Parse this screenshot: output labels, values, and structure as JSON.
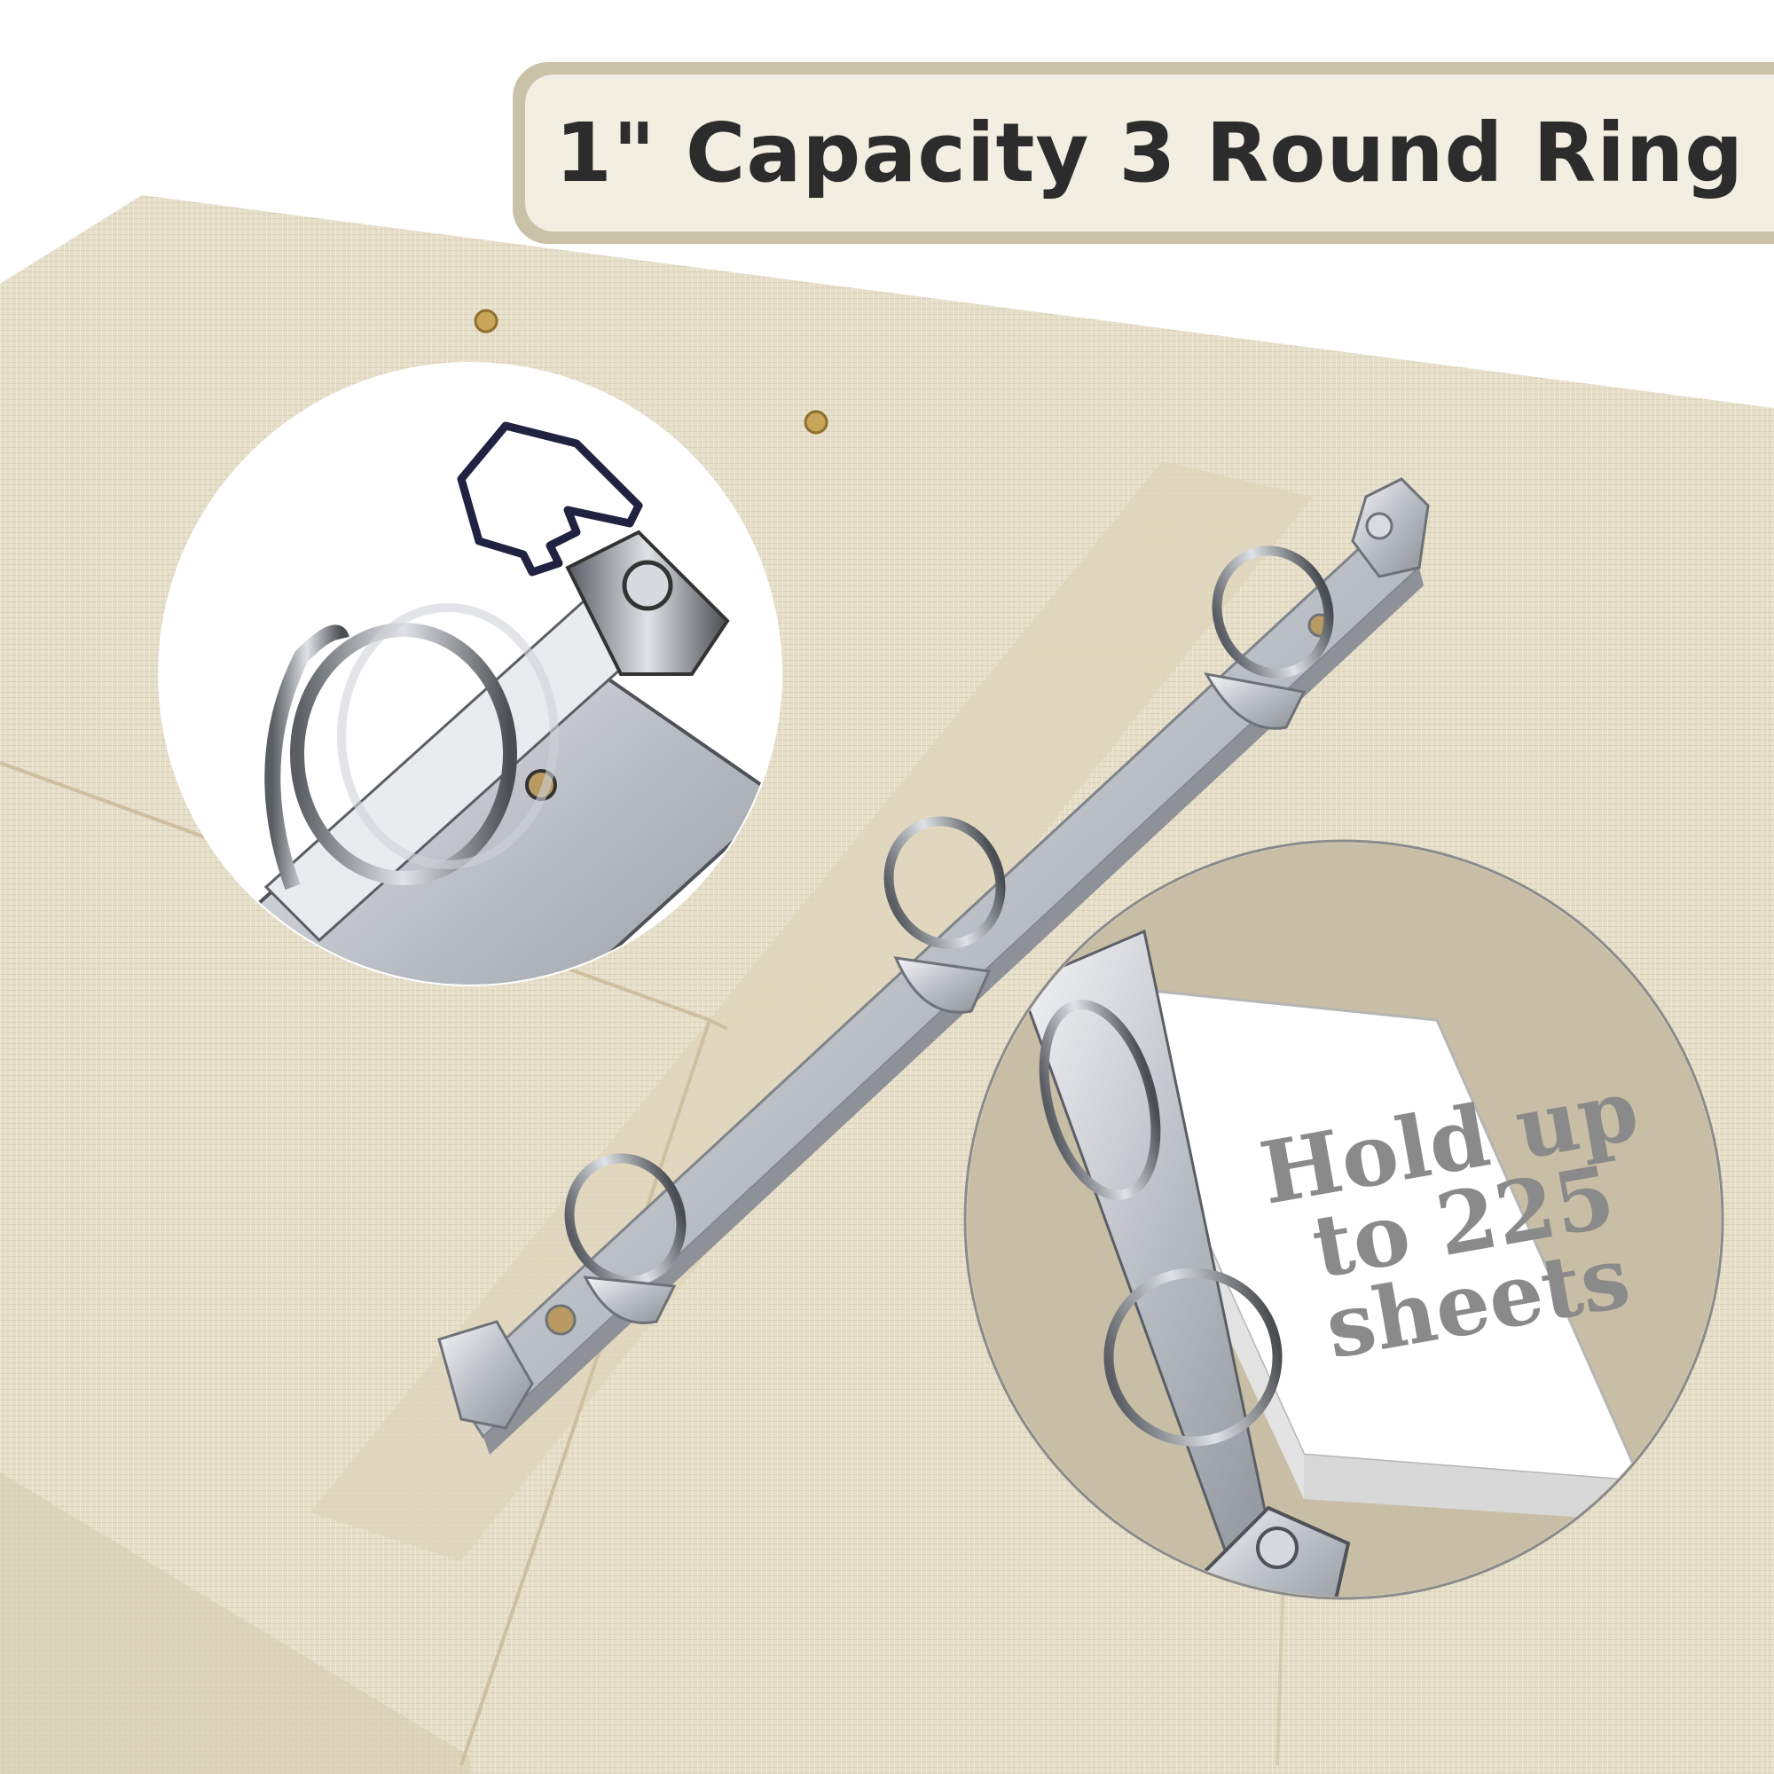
{
  "title": "1\" Capacity 3 Round Ring",
  "callout": {
    "line1": "Hold up",
    "line2": "to 225",
    "line3": "sheets"
  },
  "colors": {
    "linen": "#e4dcc6",
    "banner_border": "#c9c1a8",
    "banner_fill": "#f2eee2",
    "title_text": "#2c2c2c",
    "callout_text": "#8a8a8a",
    "metal": "#c8ccd2"
  },
  "icons": [
    "pointing-hand-icon"
  ]
}
